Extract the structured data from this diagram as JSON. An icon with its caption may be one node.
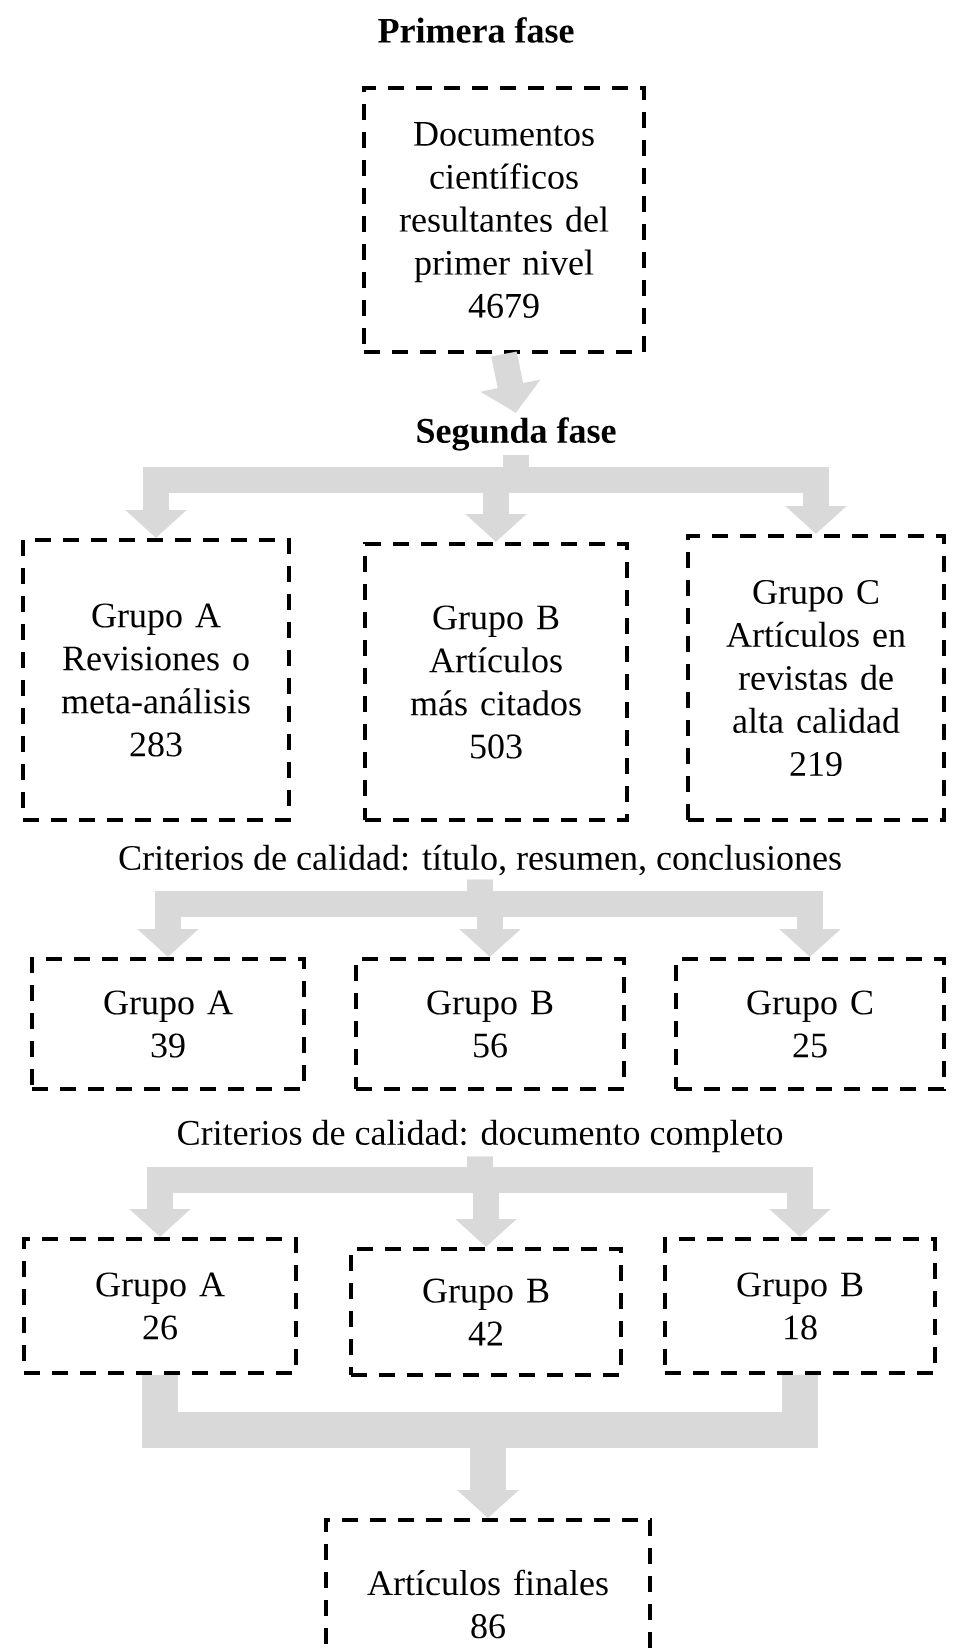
{
  "diagram": {
    "nodes": [
      {
        "text": [
          "Documentos científicos resultantes del primer nivel",
          "4679"
        ]
      },
      {
        "text": [
          "Segunda fase"
        ]
      },
      {
        "text": [
          "Grupo A",
          "Revisiones o meta-análisis",
          "283"
        ]
      },
      {
        "text": [
          "Grupo B",
          "Artículos más citados",
          "503"
        ]
      },
      {
        "text": [
          "Grupo C",
          "Artículos en revistas de alta calidad",
          "219"
        ]
      },
      {
        "text": [
          "Criterios de calidad: título, resumen, conclusiones"
        ]
      },
      {
        "text": [
          "Grupo A",
          "39"
        ]
      },
      {
        "text": [
          "Grupo B",
          "56"
        ]
      },
      {
        "text": [
          "Grupo C",
          "25"
        ]
      },
      {
        "text": [
          "Criterios de calidad: documento completo"
        ]
      },
      {
        "text": [
          "Grupo A",
          "26"
        ]
      },
      {
        "text": [
          "Grupo B",
          "42"
        ]
      },
      {
        "text": [
          "Grupo B",
          "18"
        ]
      },
      {
        "text": [
          "Artículos finales",
          "86"
        ]
      }
    ],
    "edges": [
      {
        "from": 0,
        "to": 1,
        "arrow": "to"
      },
      {
        "from": 1,
        "to": 2,
        "arrow": "to"
      },
      {
        "from": 1,
        "to": 3,
        "arrow": "to"
      },
      {
        "from": 1,
        "to": 4,
        "arrow": "to"
      },
      {
        "from": 5,
        "to": 6,
        "arrow": "to"
      },
      {
        "from": 5,
        "to": 7,
        "arrow": "to"
      },
      {
        "from": 5,
        "to": 8,
        "arrow": "to"
      },
      {
        "from": 9,
        "to": 10,
        "arrow": "to"
      },
      {
        "from": 9,
        "to": 11,
        "arrow": "to"
      },
      {
        "from": 9,
        "to": 12,
        "arrow": "to"
      },
      {
        "from": 10,
        "to": 13,
        "arrow": "to"
      },
      {
        "from": 12,
        "to": 13,
        "arrow": "to"
      }
    ],
    "labels": [
      "Primera fase"
    ]
  }
}
